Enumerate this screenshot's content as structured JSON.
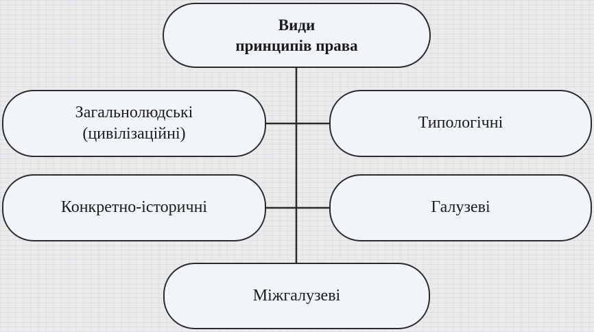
{
  "diagram": {
    "root": {
      "label": "Види\nпринципів права"
    },
    "children": [
      {
        "id": "universal",
        "label": "Загальнолюдські\n(цивілізаційні)"
      },
      {
        "id": "typological",
        "label": "Типологічні"
      },
      {
        "id": "historical",
        "label": "Конкретно-історичні"
      },
      {
        "id": "branch",
        "label": "Галузеві"
      },
      {
        "id": "intersectoral",
        "label": "Міжгалузеві"
      }
    ],
    "colors": {
      "node_fill": "#f1f4f9",
      "node_border": "#2a2a2a",
      "connector": "#2a2a2a",
      "background": "#e9ebed"
    }
  }
}
